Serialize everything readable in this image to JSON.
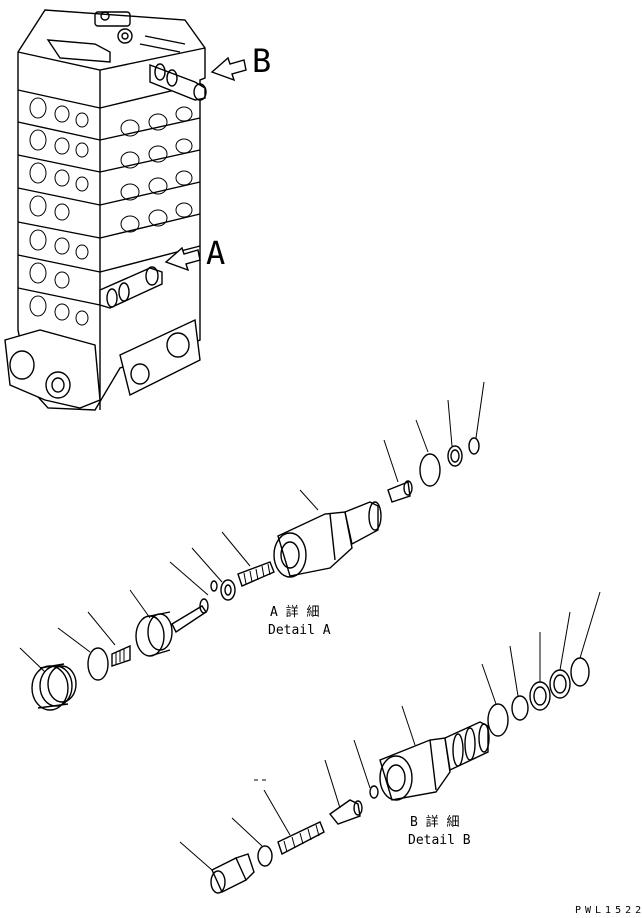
{
  "callouts": {
    "a": "A",
    "b": "B"
  },
  "detail_a": {
    "jp": "A 詳 細",
    "en": "Detail A"
  },
  "detail_b": {
    "jp": "B 詳 細",
    "en": "Detail B"
  },
  "drawing_code": "PWL1522"
}
